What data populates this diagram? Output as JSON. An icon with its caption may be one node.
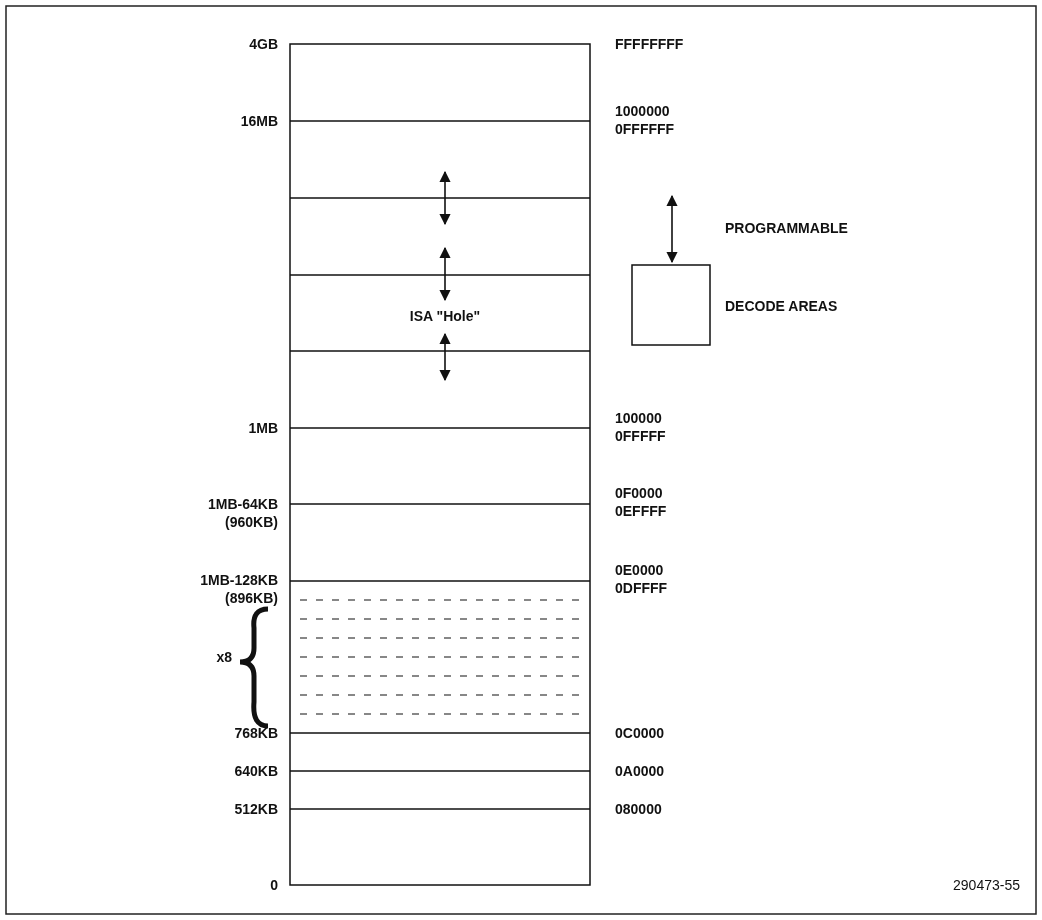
{
  "diagram": {
    "labels": [
      "4GB",
      "FFFFFFFF",
      "16MB",
      "1000000",
      "0FFFFFF",
      "ISA \"Hole\"",
      "1MB",
      "100000",
      "0FFFFF",
      "1MB-64KB (960KB)",
      "0F0000",
      "0EFFFF",
      "1MB-128KB (896KB)",
      "0E0000",
      "0DFFFF",
      "x8",
      "768KB",
      "0C0000",
      "640KB",
      "0A0000",
      "512KB",
      "080000",
      "0",
      "290473-55"
    ],
    "legend": [
      {
        "text": "PROGRAMMABLE"
      },
      {
        "text": "DECODE AREAS"
      }
    ]
  }
}
